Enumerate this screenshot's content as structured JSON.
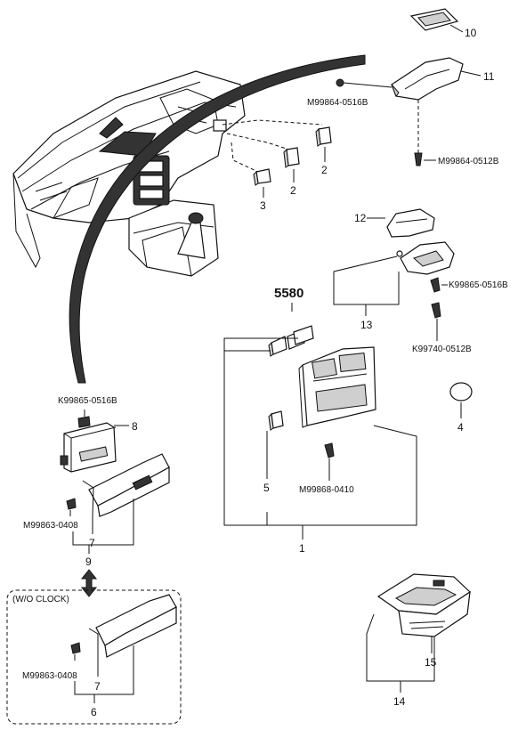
{
  "callouts": {
    "p1": "1",
    "p2a": "2",
    "p2b": "2",
    "p3": "3",
    "p4": "4",
    "p5": "5",
    "p6": "6",
    "p7a": "7",
    "p7b": "7",
    "p8": "8",
    "p9": "9",
    "p10": "10",
    "p11": "11",
    "p12": "12",
    "p13": "13",
    "p14": "14",
    "p15": "15",
    "group_5580": "5580"
  },
  "fasteners": {
    "m99864_0516b": "M99864-0516B",
    "m99864_0512b": "M99864-0512B",
    "k99865_0516b_right": "K99865-0516B",
    "k99740_0512b": "K99740-0512B",
    "k99865_0516b_left": "K99865-0516B",
    "m99863_0408_a": "M99863-0408",
    "m99863_0408_b": "M99863-0408",
    "m99868_0410": "M99868-0410"
  },
  "variant_box": {
    "label": "(W/O CLOCK)"
  }
}
